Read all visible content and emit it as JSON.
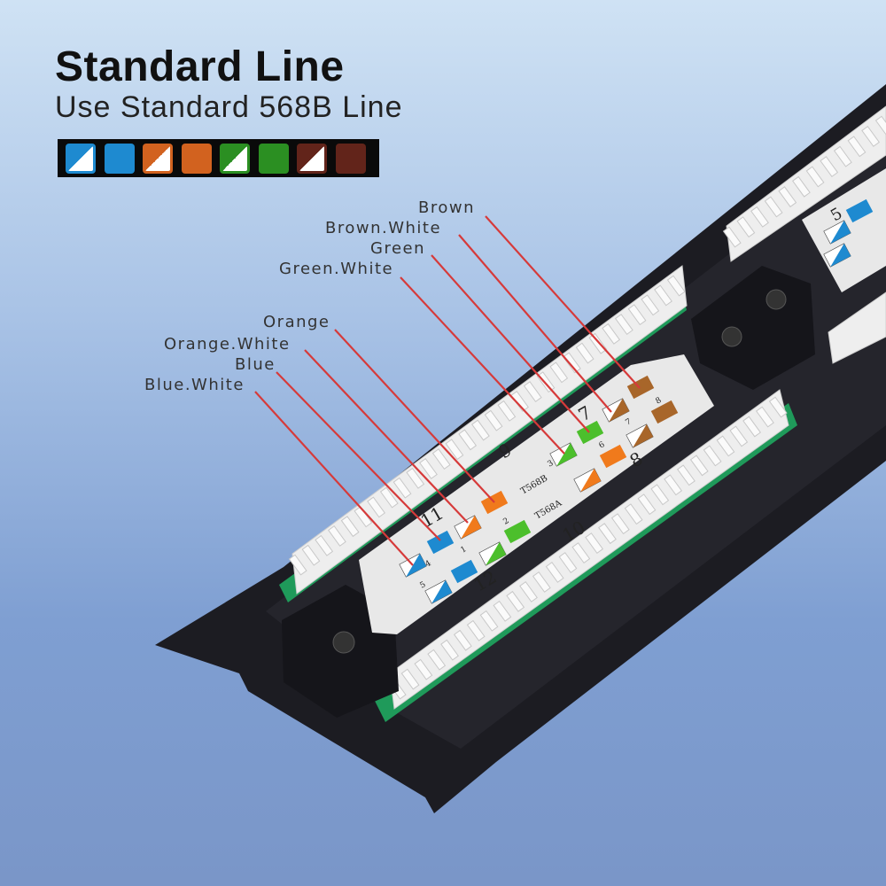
{
  "header": {
    "title": "Standard Line",
    "subtitle": "Use Standard 568B Line"
  },
  "legend": {
    "swatches": [
      {
        "name": "blue-white",
        "color": "#1e8ad0",
        "striped": true
      },
      {
        "name": "blue",
        "color": "#1e8ad0",
        "striped": false
      },
      {
        "name": "orange-white",
        "color": "#d2621f",
        "striped": true
      },
      {
        "name": "orange",
        "color": "#d2621f",
        "striped": false
      },
      {
        "name": "green-white",
        "color": "#2b8f22",
        "striped": true
      },
      {
        "name": "green",
        "color": "#2b8f22",
        "striped": false
      },
      {
        "name": "brown-white",
        "color": "#62241a",
        "striped": true
      },
      {
        "name": "brown",
        "color": "#62241a",
        "striped": false
      }
    ]
  },
  "callouts": [
    "Brown",
    "Brown.White",
    "Green",
    "Green.White",
    "Orange",
    "Orange.White",
    "Blue",
    "Blue.White"
  ],
  "panel": {
    "port_numbers": [
      "9",
      "7",
      "8",
      "10",
      "11",
      "12",
      "5"
    ],
    "standards": [
      "T568B",
      "T568A"
    ],
    "pins": [
      "1",
      "2",
      "3",
      "4",
      "5",
      "6",
      "7",
      "8"
    ]
  },
  "colors": {
    "callout_line": "#d63a3a",
    "blue": "#1e8ad0",
    "orange": "#f07a1c",
    "green": "#4cbf2c",
    "brown": "#a8662a"
  }
}
